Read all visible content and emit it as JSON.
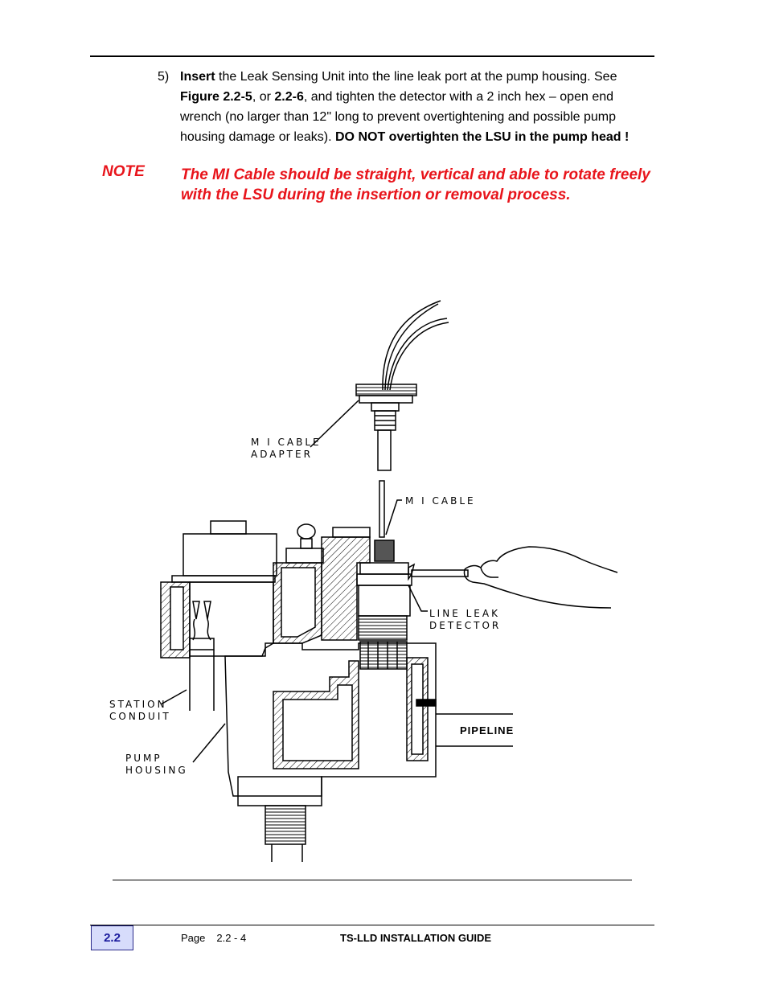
{
  "step": {
    "number": "5)",
    "segments": [
      {
        "t": "Insert",
        "b": true
      },
      {
        "t": " the Leak Sensing Unit into the line leak port at the pump housing.  See ",
        "b": false
      },
      {
        "t": "Figure 2.2-5",
        "b": true
      },
      {
        "t": ", or ",
        "b": false
      },
      {
        "t": "2.2-6",
        "b": true
      },
      {
        "t": ", and tighten the detector with a 2 inch hex – open end wrench (no larger than 12\" long to prevent overtightening and possible pump housing damage or leaks).  ",
        "b": false
      },
      {
        "t": "DO NOT overtighten the LSU in the pump head !",
        "b": true
      }
    ]
  },
  "note": {
    "label": "NOTE",
    "text": "The MI Cable should be straight, vertical and able to rotate freely with the LSU during the insertion or removal process."
  },
  "diagram": {
    "labels": {
      "mi_cable_adapter": [
        "M I CABLE",
        "ADAPTER"
      ],
      "mi_cable": "M I CABLE",
      "line_leak_detector": [
        "LINE LEAK",
        "DETECTOR"
      ],
      "station_conduit": [
        "STATION",
        "CONDUIT"
      ],
      "pump_housing": [
        "PUMP",
        "HOUSING"
      ],
      "pipeline": "PIPELINE"
    }
  },
  "footer": {
    "section": "2.2",
    "page_label": "Page",
    "page_number": "2.2 - 4",
    "guide_title": "TS-LLD INSTALLATION GUIDE"
  },
  "colors": {
    "note_red": "#e8141b",
    "section_tag_bg": "#d7dcfb",
    "section_tag_text": "#1a1a9c"
  }
}
